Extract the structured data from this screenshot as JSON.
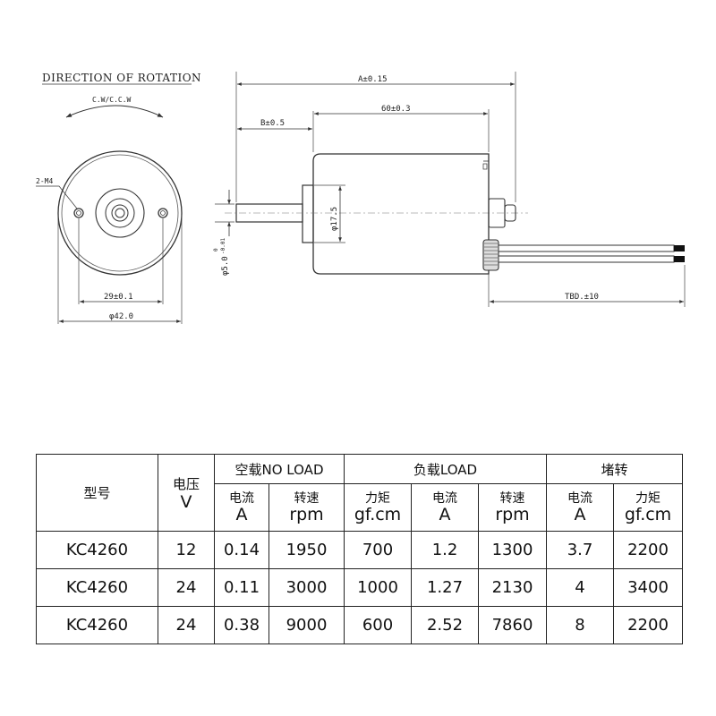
{
  "drawing": {
    "rotation_title": "DIRECTION OF ROTATION",
    "rotation_label": "C.W/C.C.W",
    "screw_label": "2-M4",
    "hole_spacing": "29±0.1",
    "front_diameter": "φ42.0",
    "overall_length": "A±0.15",
    "shaft_extension": "B±0.5",
    "body_length": "60±0.3",
    "boss_diameter": "φ17.5",
    "shaft_diameter": "φ5.0",
    "shaft_tol_upper": "0",
    "shaft_tol_lower": "-0.01",
    "lead_length": "TBD.±10"
  },
  "table": {
    "model_header": "型号",
    "voltage_header": "电压",
    "voltage_unit": "V",
    "no_load_header": "空载NO LOAD",
    "load_header": "负载LOAD",
    "stall_header": "堵转",
    "current_label": "电流",
    "current_unit": "A",
    "speed_label": "转速",
    "speed_unit": "rpm",
    "torque_label": "力矩",
    "torque_unit": "gf.cm",
    "rows": [
      [
        "KC4260",
        "12",
        "0.14",
        "1950",
        "700",
        "1.2",
        "1300",
        "3.7",
        "2200"
      ],
      [
        "KC4260",
        "24",
        "0.11",
        "3000",
        "1000",
        "1.27",
        "2130",
        "4",
        "3400"
      ],
      [
        "KC4260",
        "24",
        "0.38",
        "9000",
        "600",
        "2.52",
        "7860",
        "8",
        "2200"
      ]
    ]
  }
}
